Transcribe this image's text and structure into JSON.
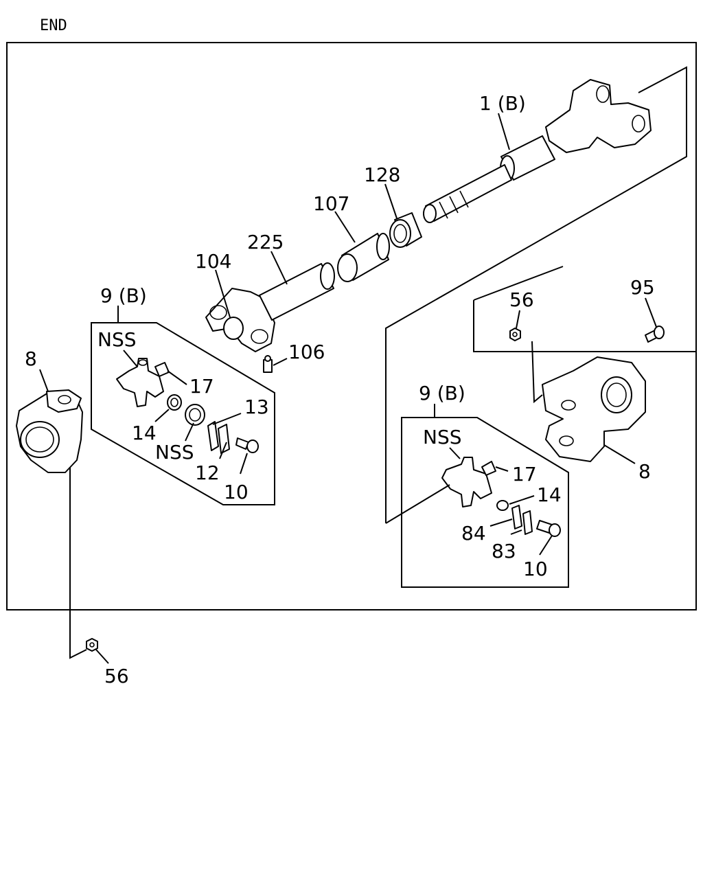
{
  "header": {
    "title": "END"
  },
  "callouts": {
    "p1b": "1 (B)",
    "p128": "128",
    "p107": "107",
    "p225": "225",
    "p104": "104",
    "p106": "106",
    "p9b_left": "9 (B)",
    "nss_left_top": "NSS",
    "p17_left": "17",
    "p13": "13",
    "p14_left": "14",
    "nss_left_bottom": "NSS",
    "p12": "12",
    "p10_left": "10",
    "p8_left": "8",
    "p56_bottom": "56",
    "p56_right": "56",
    "p95": "95",
    "p9b_right": "9 (B)",
    "nss_right": "NSS",
    "p17_right": "17",
    "p14_right": "14",
    "p84": "84",
    "p83": "83",
    "p10_right": "10",
    "p8_right": "8"
  }
}
